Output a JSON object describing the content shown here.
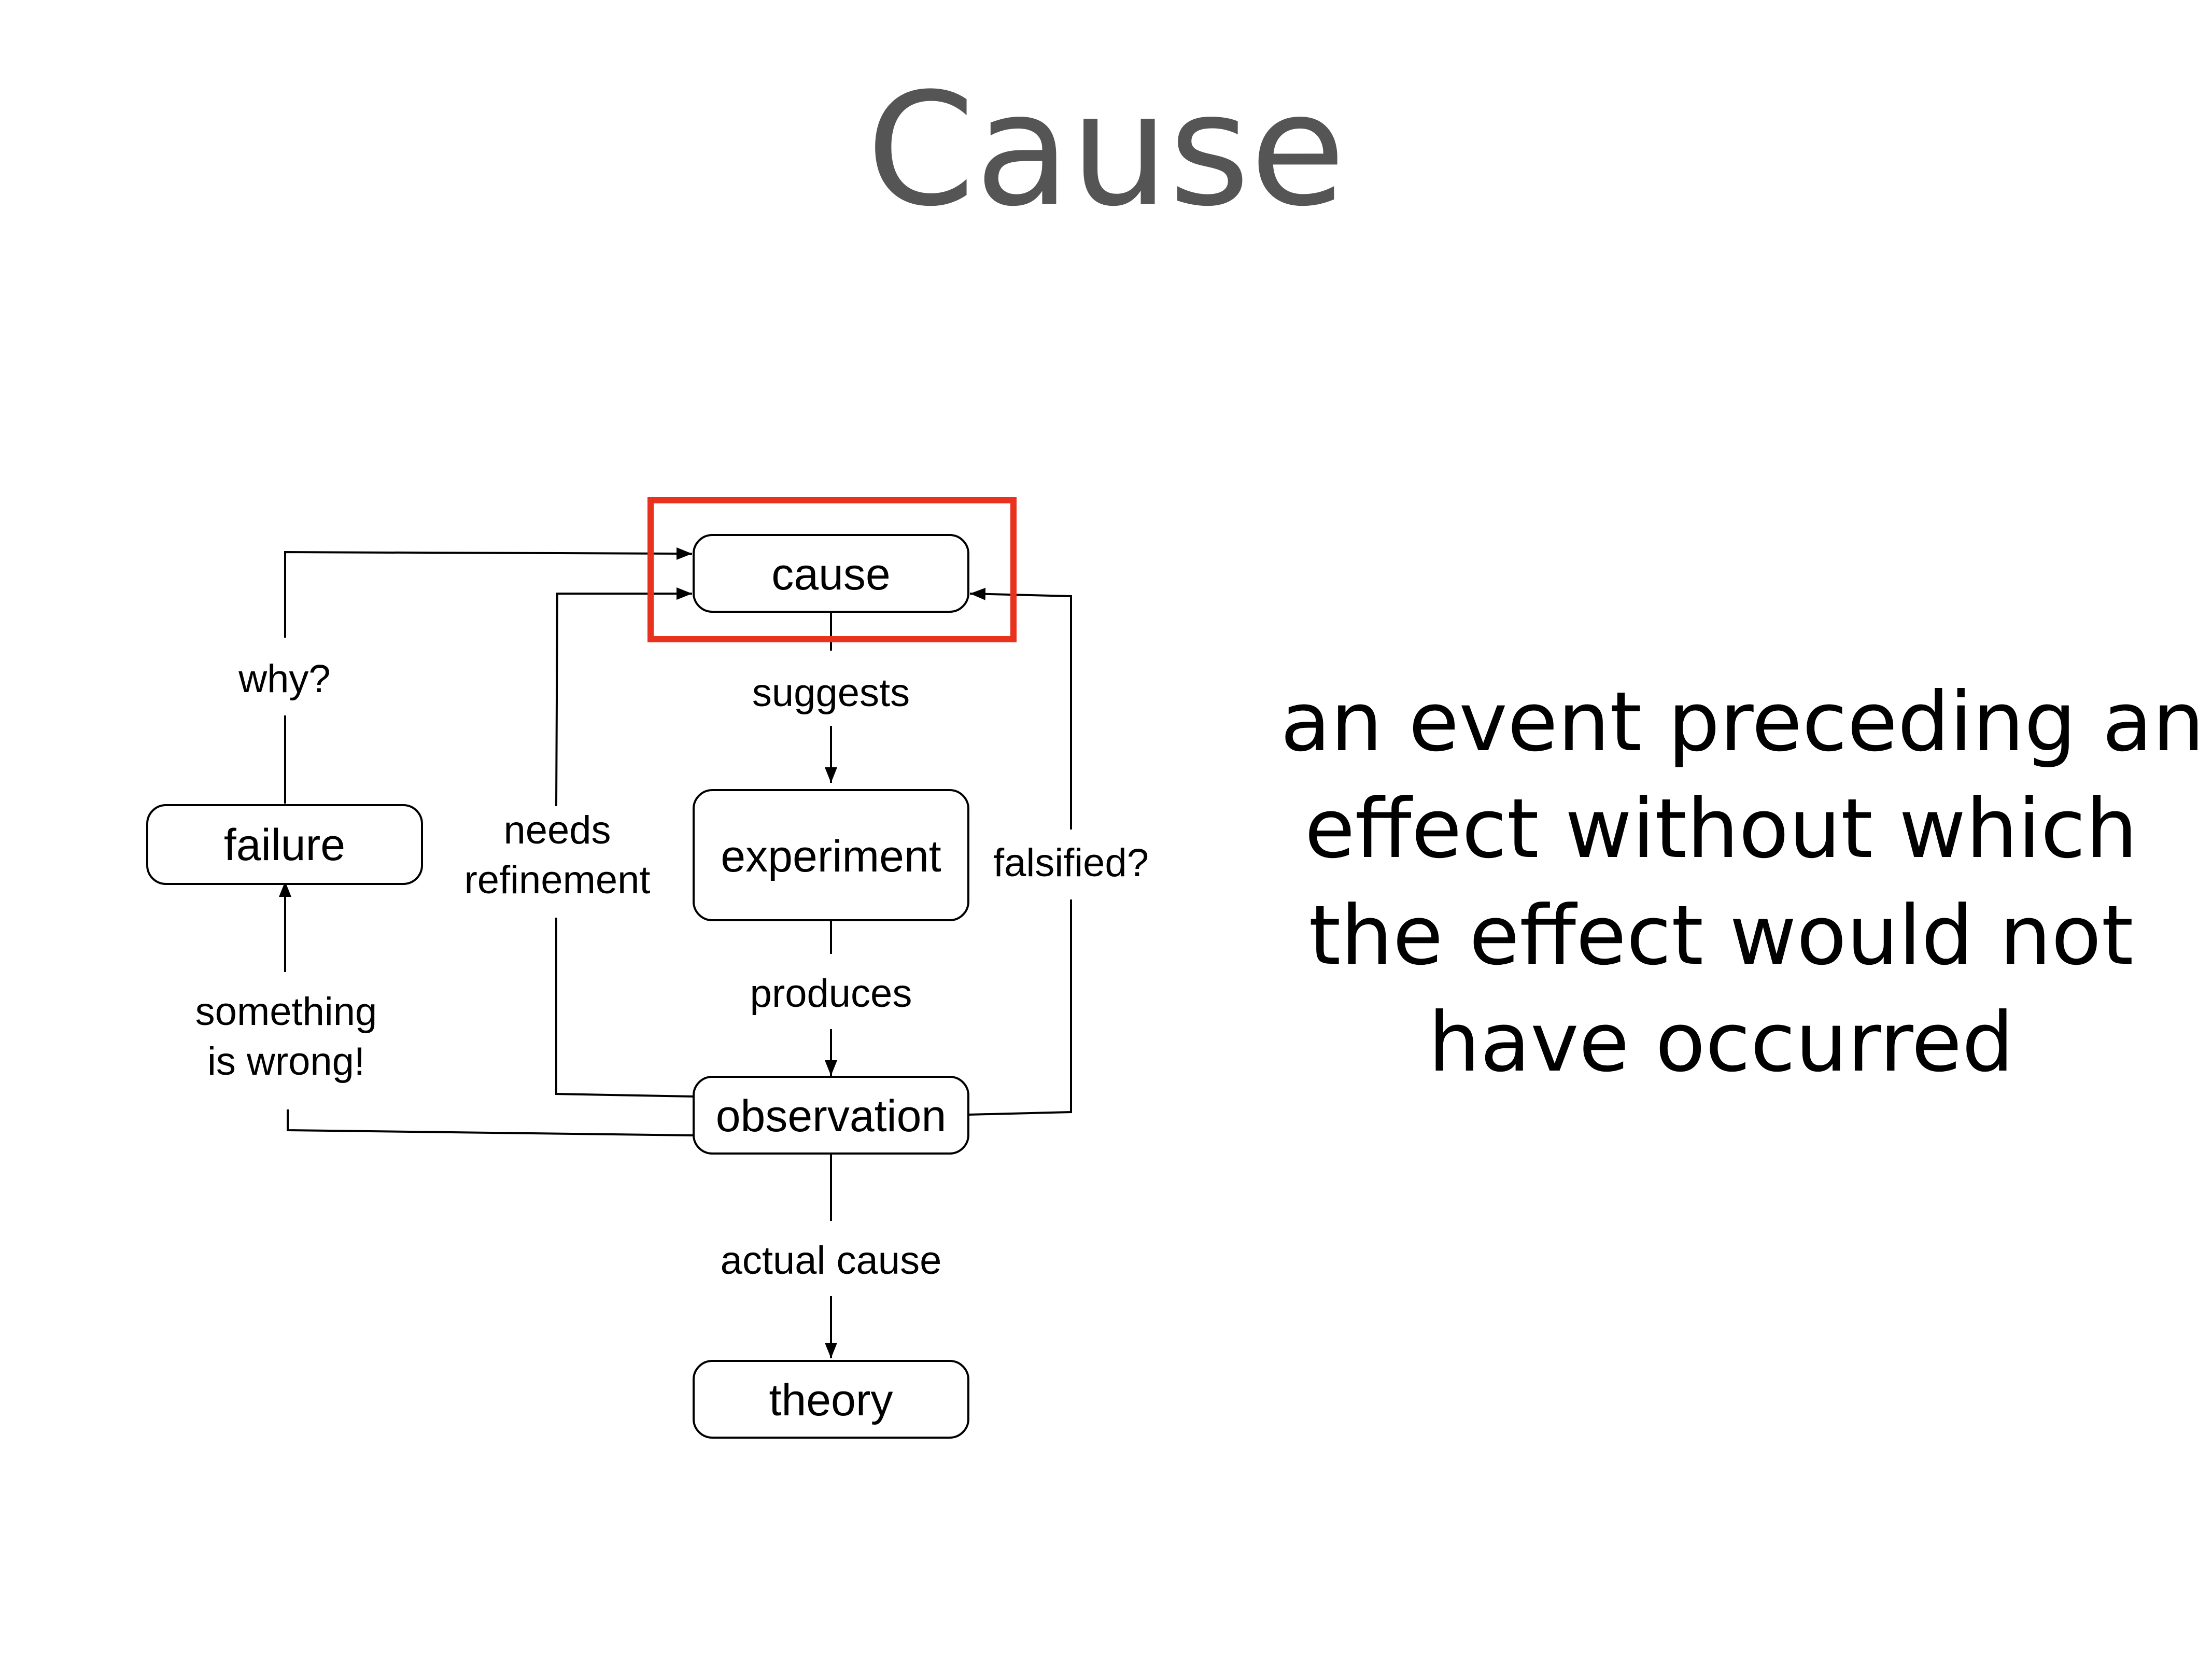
{
  "title": "Cause",
  "diagram": {
    "nodes": {
      "cause": "cause",
      "experiment": "experiment",
      "observation": "observation",
      "theory": "theory",
      "failure": "failure"
    },
    "edges": {
      "suggests": "suggests",
      "produces": "produces",
      "actual_cause": "actual cause",
      "why": "why?",
      "needs_refinement": [
        "needs",
        "refinement"
      ],
      "falsified": "falsified?",
      "something_wrong": [
        "something",
        "is wrong!"
      ]
    },
    "highlight_color": "#e8321e"
  },
  "definition": [
    "an event preceding an",
    "effect without which",
    "the effect would not",
    "have occurred"
  ]
}
